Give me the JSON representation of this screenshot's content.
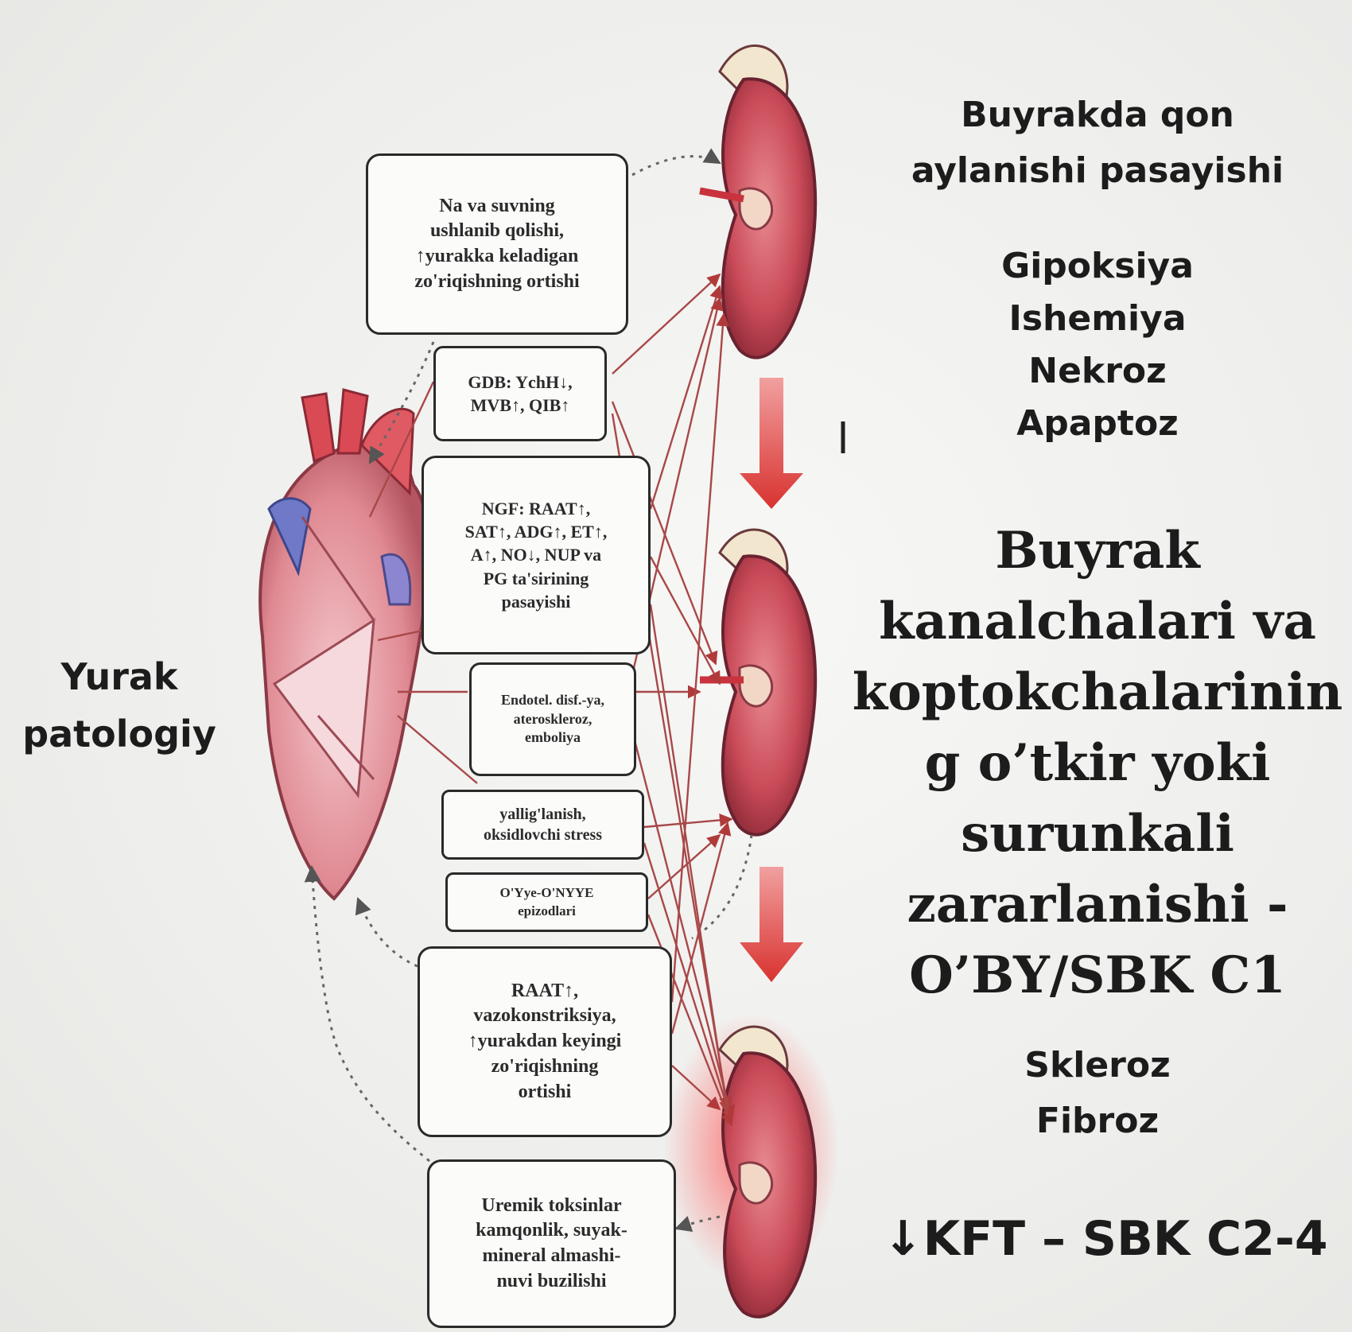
{
  "left_label": "Yurak\npatologiy",
  "boxes": [
    {
      "id": "na-water",
      "text": "Na va suvning\nushlanib qolishi,\n↑yurakka keladigan\nzo'riqishning ortishi"
    },
    {
      "id": "gdb",
      "text": "GDB: YchH↓,\nMVB↑, QIB↑"
    },
    {
      "id": "ngf",
      "text": "NGF: RAAT↑,\nSAT↑, ADG↑, ET↑,\nA↑, NO↓, NUP va\nPG ta'sirining\npasayishi"
    },
    {
      "id": "endotel",
      "text": "Endotel. disf.-ya,\nateroskleroz,\nemboliya"
    },
    {
      "id": "inflammation",
      "text": "yallig'lanish,\noksidlovchi stress"
    },
    {
      "id": "episodes",
      "text": "O'Yye-O'NYYE\nepizodlari"
    },
    {
      "id": "raat",
      "text": "RAAT↑,\nvazokonstriksiya,\n↑yurakdan keyingi\nzo'riqishning\nortishi"
    },
    {
      "id": "uremic",
      "text": "Uremik toksinlar\nkamqonlik, suyak-\nmineral almashi-\nnuvi buzilishi"
    }
  ],
  "right_text": {
    "line1": "Buyrakda qon\naylanishi pasayishi",
    "line2": "Gipoksiya\nIshemiya\nNekroz\nApaptoz",
    "line3": "Buyrak\nkanalchalari va\nkoptokchalarinin\ng o’tkir yoki\nsurunkali\nzararlanishi -\nO’BY/SBK C1",
    "line4": "Skleroz\nFibroz",
    "line5": "↓KFT – SBK C2-4"
  },
  "colors": {
    "arrow": "#c0392b",
    "thin_arrow": "#a84848",
    "dotted": "#777777",
    "box_border": "#2a2a2a"
  }
}
